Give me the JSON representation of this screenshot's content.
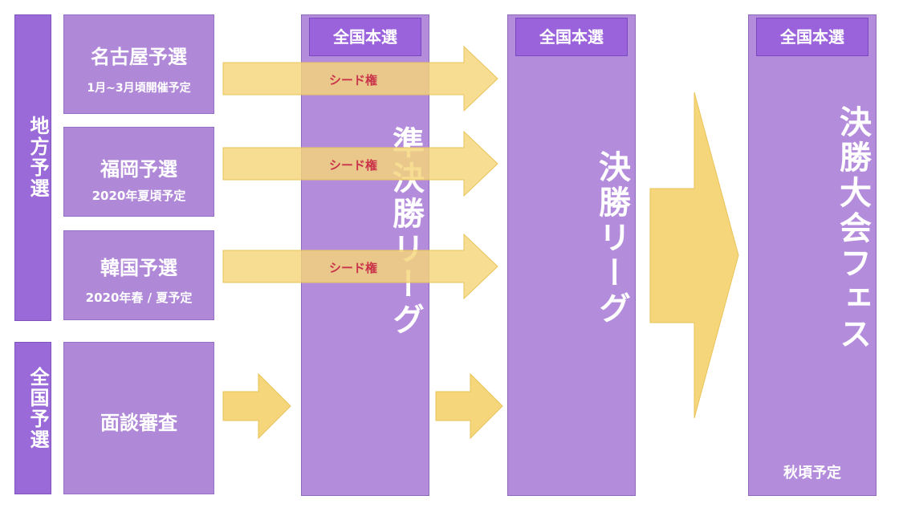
{
  "left_labels": {
    "regional": "地方予選",
    "national": "全国予選"
  },
  "qualifiers": [
    {
      "name": "名古屋予選",
      "schedule": "1月~3月頃開催予定"
    },
    {
      "name": "福岡予選",
      "schedule": "2020年夏頃予定"
    },
    {
      "name": "韓国予選",
      "schedule": "2020年春 / 夏予定"
    }
  ],
  "interview": {
    "name": "面談審査"
  },
  "seed_label": "シード権",
  "stages": [
    {
      "tag": "全国本選",
      "title": "準決勝リーグ",
      "note": ""
    },
    {
      "tag": "全国本選",
      "title": "決勝リーグ",
      "note": ""
    },
    {
      "tag": "全国本選",
      "title": "決勝大会フェス",
      "note": "秋頃予定"
    }
  ],
  "colors": {
    "side_purple": "#9a6ad8",
    "box_purple": "#b088d8",
    "tag_purple": "#9a63dc",
    "arrow_yellow": "#f5d67a",
    "seed_red": "#c9344a"
  }
}
